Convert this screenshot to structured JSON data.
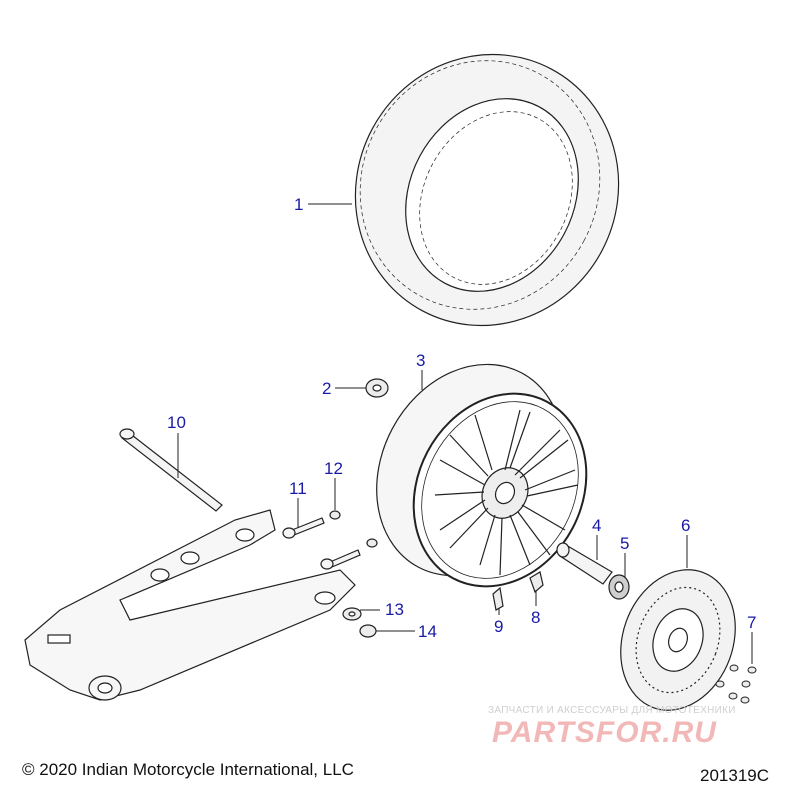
{
  "callouts": [
    {
      "id": "1",
      "label": "1"
    },
    {
      "id": "2",
      "label": "2"
    },
    {
      "id": "3",
      "label": "3"
    },
    {
      "id": "4",
      "label": "4"
    },
    {
      "id": "5",
      "label": "5"
    },
    {
      "id": "6",
      "label": "6"
    },
    {
      "id": "7",
      "label": "7"
    },
    {
      "id": "8",
      "label": "8"
    },
    {
      "id": "9",
      "label": "9"
    },
    {
      "id": "10",
      "label": "10"
    },
    {
      "id": "11",
      "label": "11"
    },
    {
      "id": "12",
      "label": "12"
    },
    {
      "id": "13",
      "label": "13"
    },
    {
      "id": "14",
      "label": "14"
    }
  ],
  "footer": {
    "copyright": "© 2020 Indian Motorcycle International, LLC",
    "part_number": "201319C"
  },
  "watermark": {
    "tagline": "ЗАПЧАСТИ И АКСЕССУАРЫ ДЛЯ МОТОТЕХНИКИ",
    "brand": "PARTSFOR.RU"
  },
  "colors": {
    "callout": "#1a1aa6",
    "line": "#222222",
    "watermark": "#f2b8b8"
  }
}
